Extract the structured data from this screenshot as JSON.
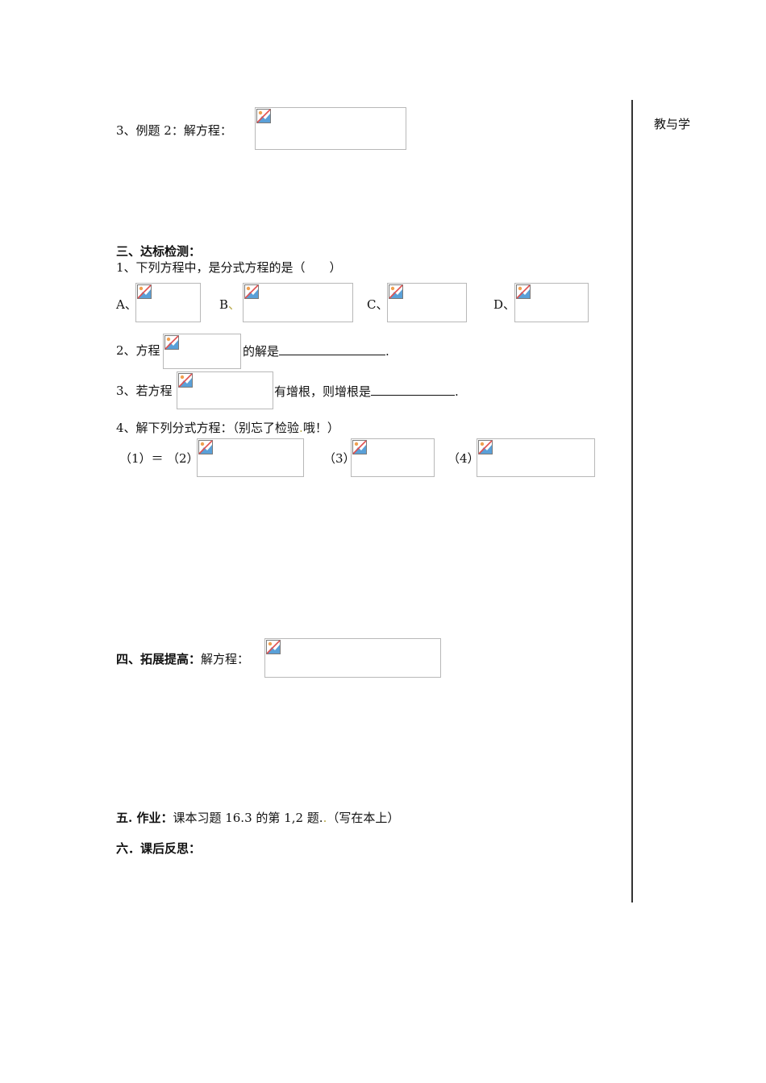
{
  "side": {
    "label": "教与学"
  },
  "example": {
    "label": "3、例题 2：解方程："
  },
  "section3": {
    "heading": "三、达标检测：",
    "q1": {
      "text": "1、下列方程中，是分式方程的是（　　）",
      "options": [
        "A、",
        "B",
        "、",
        "C、",
        "D、"
      ]
    },
    "q2": {
      "prefix": "2、方程",
      "suffix": "的解是",
      "end": "."
    },
    "q3": {
      "prefix": "3、若方程",
      "suffix": "有增根，则增根是",
      "end": "."
    },
    "q4": {
      "text_a": "4、解下列分式方程：（别忘了检验",
      "dot": ".",
      "text_b": "哦！）",
      "items": [
        "（1）＝",
        "（2）",
        "（3）",
        "（4）"
      ]
    }
  },
  "section4": {
    "heading": "四、拓展提高：",
    "label": "解方程："
  },
  "section5": {
    "heading": "五. 作业：",
    "text_a": "课本习题 16.3 的第 1,2 题.",
    "dot": ".",
    "text_b": "（写在本上）"
  },
  "section6": {
    "heading": "六．课后反思："
  }
}
